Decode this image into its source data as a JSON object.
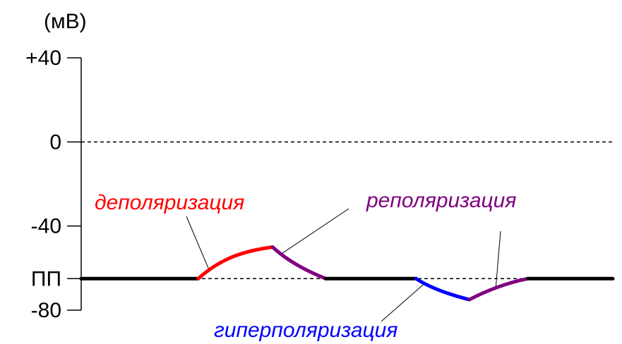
{
  "chart_data": {
    "type": "line",
    "ylabel": "(мВ)",
    "y_ticks": [
      {
        "value": 40,
        "label": "+40"
      },
      {
        "value": 0,
        "label": "0"
      },
      {
        "value": -40,
        "label": "-40"
      },
      {
        "value": -65,
        "label": "ПП"
      },
      {
        "value": -80,
        "label": "-80"
      }
    ],
    "ylim": [
      -80,
      40
    ],
    "xlim": [
      0,
      100
    ],
    "dashed_reference_lines": [
      0,
      -65
    ],
    "resting_potential": -65,
    "segments": [
      {
        "phase": "rest",
        "color": "#000000",
        "x": [
          0,
          22
        ],
        "y": [
          -65,
          -65
        ]
      },
      {
        "phase": "depolarization",
        "color": "#ff0000",
        "x": [
          22,
          26,
          30,
          36
        ],
        "y": [
          -65,
          -56,
          -52,
          -50
        ]
      },
      {
        "phase": "repolarization",
        "color": "#800080",
        "x": [
          36,
          39,
          43,
          46
        ],
        "y": [
          -50,
          -57,
          -62,
          -65
        ]
      },
      {
        "phase": "rest",
        "color": "#000000",
        "x": [
          46,
          63
        ],
        "y": [
          -65,
          -65
        ]
      },
      {
        "phase": "hyperpolarization",
        "color": "#0000ff",
        "x": [
          63,
          66,
          70,
          73
        ],
        "y": [
          -65,
          -70,
          -73,
          -75
        ]
      },
      {
        "phase": "repolarization",
        "color": "#800080",
        "x": [
          73,
          76,
          80,
          84
        ],
        "y": [
          -75,
          -71,
          -67,
          -65
        ]
      },
      {
        "phase": "rest",
        "color": "#000000",
        "x": [
          84,
          100
        ],
        "y": [
          -65,
          -65
        ]
      }
    ],
    "annotations": [
      {
        "text": "деполяризация",
        "color": "#ff0000"
      },
      {
        "text": "реполяризация",
        "color": "#800080"
      },
      {
        "text": "гиперполяризация",
        "color": "#0000ff"
      }
    ]
  }
}
